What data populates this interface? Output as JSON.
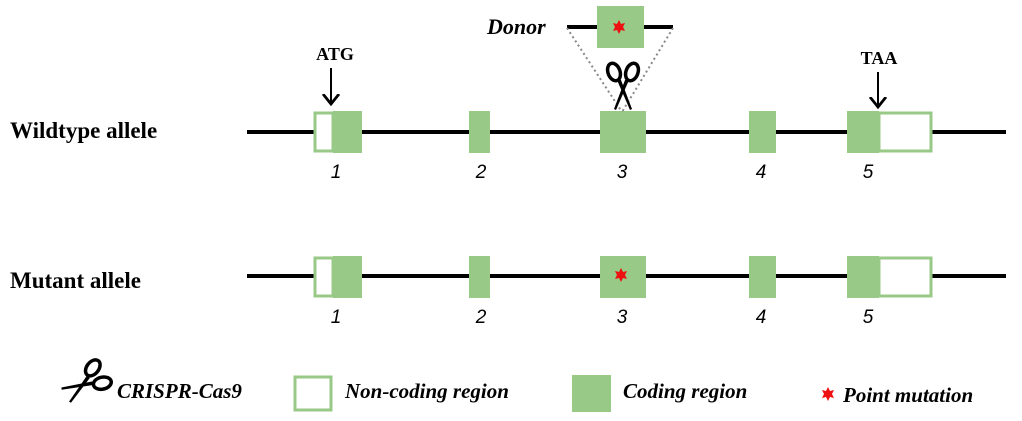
{
  "colors": {
    "coding": "#98c987",
    "noncoding_fill": "#ffffff",
    "noncoding_stroke": "#98c987",
    "line": "#000000",
    "mutation": "#ee1111",
    "cut_guide": "#888888"
  },
  "donor_label": "Donor",
  "start_codon": "ATG",
  "stop_codon": "TAA",
  "alleles": [
    {
      "label": "Wildtype allele",
      "exon_numbers": [
        "1",
        "2",
        "3",
        "4",
        "5"
      ]
    },
    {
      "label": "Mutant allele",
      "exon_numbers": [
        "1",
        "2",
        "3",
        "4",
        "5"
      ]
    }
  ],
  "legend": {
    "crispr": "CRISPR-Cas9",
    "noncoding": "Non-coding region",
    "coding": "Coding region",
    "mutation": "Point mutation"
  },
  "icons": {
    "crispr": "scissors-icon",
    "mutation": "star-icon"
  }
}
